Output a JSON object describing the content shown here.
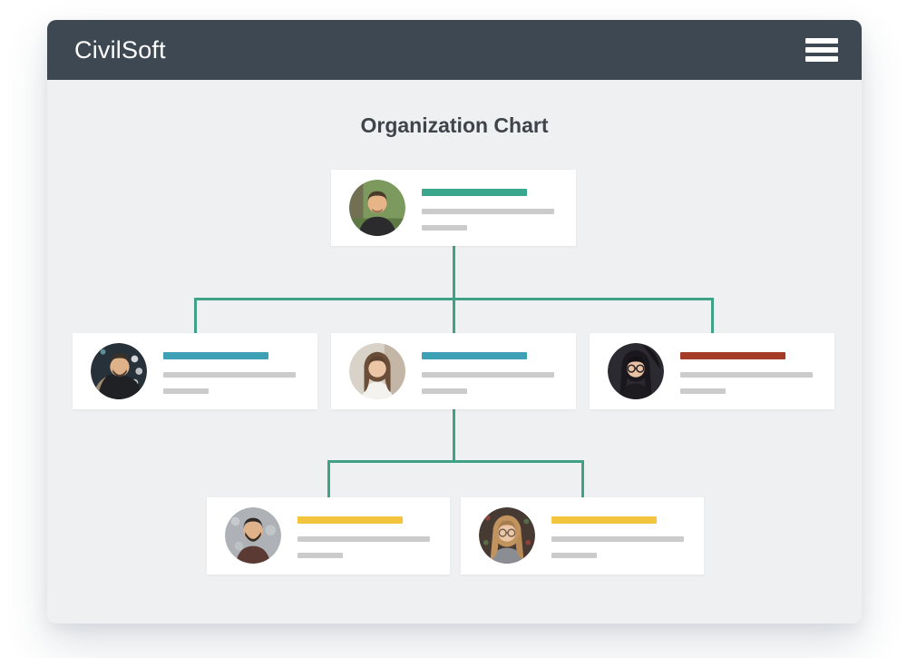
{
  "header": {
    "brand": "CivilSoft",
    "menu_icon": "hamburger-menu-icon"
  },
  "page": {
    "title": "Organization Chart"
  },
  "colors": {
    "header_bg": "#3d4852",
    "panel_bg": "#eff0f2",
    "connector": "#3fa287",
    "accent_teal": "#3aa78d",
    "accent_cyan": "#3da0b4",
    "accent_red": "#a43b27",
    "accent_yellow": "#f2c53d",
    "skeleton_gray": "#cbcbcb"
  },
  "org": {
    "nodes": [
      {
        "id": "ceo",
        "level": 1,
        "accent": "#3aa78d",
        "avatar": "smiling-man-outdoors"
      },
      {
        "id": "manager-left",
        "level": 2,
        "accent": "#3da0b4",
        "avatar": "bearded-man-fur-parka"
      },
      {
        "id": "manager-center",
        "level": 2,
        "accent": "#3da0b4",
        "avatar": "woman-long-brown-hair"
      },
      {
        "id": "manager-right",
        "level": 2,
        "accent": "#a43b27",
        "avatar": "woman-round-glasses-dark-hair"
      },
      {
        "id": "employee-left",
        "level": 3,
        "accent": "#f2c53d",
        "avatar": "bearded-man-snowy-background"
      },
      {
        "id": "employee-right",
        "level": 3,
        "accent": "#f2c53d",
        "avatar": "woman-glasses-long-sandy-hair"
      }
    ]
  }
}
